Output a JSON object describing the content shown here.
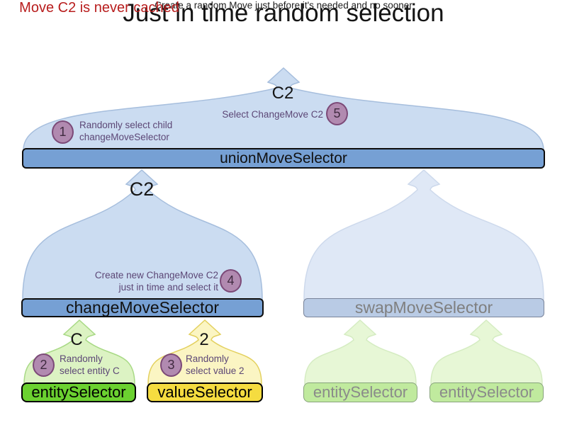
{
  "title": "Just in time random selection",
  "subtitle": "Create a random Move just before it's needed and no sooner",
  "cache_note": "Move C2 is never cached",
  "selectors": {
    "union": "unionMoveSelector",
    "change": "changeMoveSelector",
    "swap": "swapMoveSelector",
    "entity": "entitySelector",
    "value": "valueSelector",
    "entity_faded_left": "entitySelector",
    "entity_faded_right": "entitySelector"
  },
  "move_labels": {
    "union_out": "C2",
    "change_out": "C2",
    "entity_out": "C",
    "value_out": "2"
  },
  "steps": [
    {
      "num": "1",
      "lines": [
        "Randomly select child",
        "changeMoveSelector"
      ]
    },
    {
      "num": "2",
      "lines": [
        "Randomly",
        "select entity C"
      ]
    },
    {
      "num": "3",
      "lines": [
        "Randomly",
        "select value 2"
      ]
    },
    {
      "num": "4",
      "lines": [
        "Create new ChangeMove C2",
        "just in time and select it"
      ]
    },
    {
      "num": "5",
      "lines": [
        "Select ChangeMove C2"
      ]
    }
  ],
  "colors": {
    "selector_blue": "#76a0d4",
    "funnel_blue": "#cbdcf1",
    "funnel_blue_faded": "#dfe8f6",
    "selector_green": "#6bd130",
    "selector_yellow": "#f5dc40",
    "selector_green_faded": "#c0ea9e",
    "step_badge_purple": "#b18ab0",
    "annotation_purple": "#5c4776",
    "cache_note_red": "#b81d1d"
  }
}
